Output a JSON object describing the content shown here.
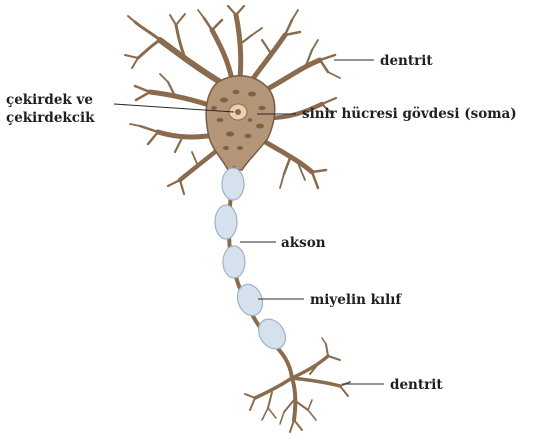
{
  "labels": {
    "dendrite_top": "dentrit",
    "nucleus_line1": "çekirdek ve",
    "nucleus_line2": "çekirdekcik",
    "soma": "sinir hücresi gövdesi (soma)",
    "axon": "akson",
    "myelin": "miyelin kılıf",
    "dendrite_bottom": "dentrit"
  },
  "colors": {
    "neuron_body": "#b39578",
    "neuron_outline": "#7a5c40",
    "soma_spots": "#6e5035",
    "myelin_fill": "#d6e1ee",
    "myelin_edge": "#9fb2c8",
    "label_text": "#1f1f1f"
  }
}
